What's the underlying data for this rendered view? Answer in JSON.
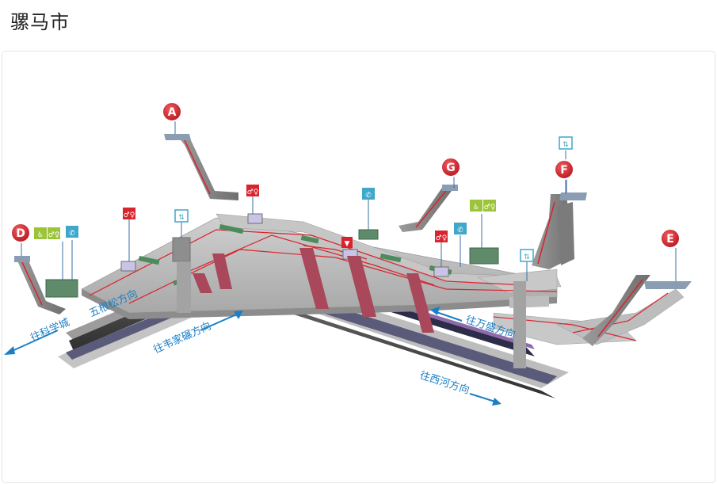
{
  "page": {
    "title": "骡马市"
  },
  "exits": [
    {
      "id": "A",
      "label": "A"
    },
    {
      "id": "D",
      "label": "D"
    },
    {
      "id": "E",
      "label": "E"
    },
    {
      "id": "F",
      "label": "F"
    },
    {
      "id": "G",
      "label": "G"
    }
  ],
  "directions": {
    "kexuecheng": "往科学城",
    "wugensong": "五根松方向",
    "weijiabian": "往韦家碾方向",
    "wansheng": "往万盛方向",
    "xihe": "往西河方向"
  },
  "colors": {
    "exit_marker": "#d9232d",
    "direction_text": "#1c7fc4",
    "route_line": "#d9232d",
    "floor": "#b9b9b9",
    "toilet_sign": "#d9232d",
    "info_sign": "#3fa7c9",
    "family_sign": "#9cc43a"
  },
  "icons": [
    "toilet-icon",
    "accessible-toilet-icon",
    "elevator-icon",
    "family-restroom-icon",
    "ticket-icon",
    "service-center-icon"
  ]
}
